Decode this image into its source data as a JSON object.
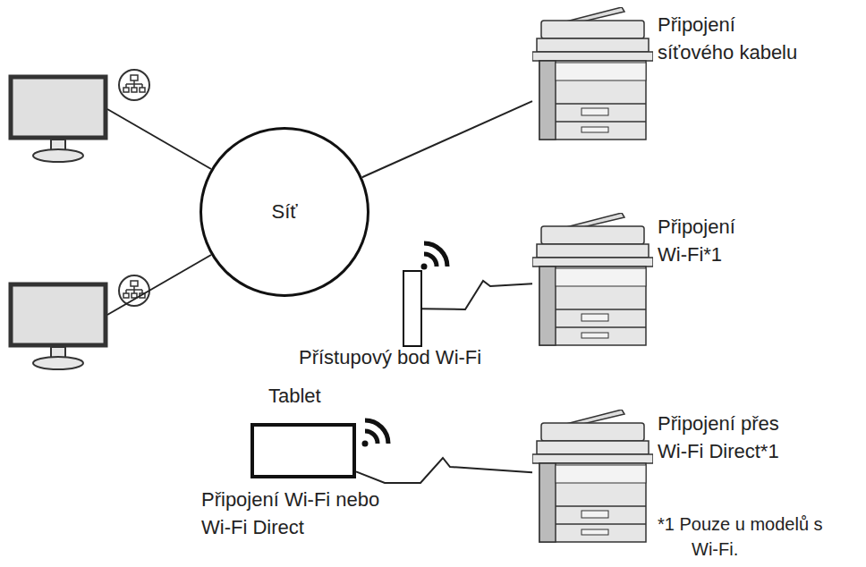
{
  "diagram": {
    "nodes": [
      {
        "text": [
          "Síť"
        ]
      },
      {
        "text": [
          "Připojení síťového kabelu"
        ]
      },
      {
        "text": [
          "Přístupový bod Wi-Fi"
        ]
      },
      {
        "text": [
          "Připojení Wi-Fi*1"
        ]
      },
      {
        "text": [
          "Tablet",
          "Připojení Wi-Fi nebo Wi-Fi Direct"
        ]
      },
      {
        "text": [
          "Připojení přes Wi-Fi Direct*1"
        ]
      }
    ],
    "edges": [
      {
        "from": 0,
        "to": 1,
        "arrow": "none"
      },
      {
        "from": 2,
        "to": 3,
        "arrow": "none"
      },
      {
        "from": 4,
        "to": 5,
        "arrow": "none"
      }
    ],
    "labels": [
      "*1 Pouze u modelů s Wi-Fi."
    ]
  }
}
